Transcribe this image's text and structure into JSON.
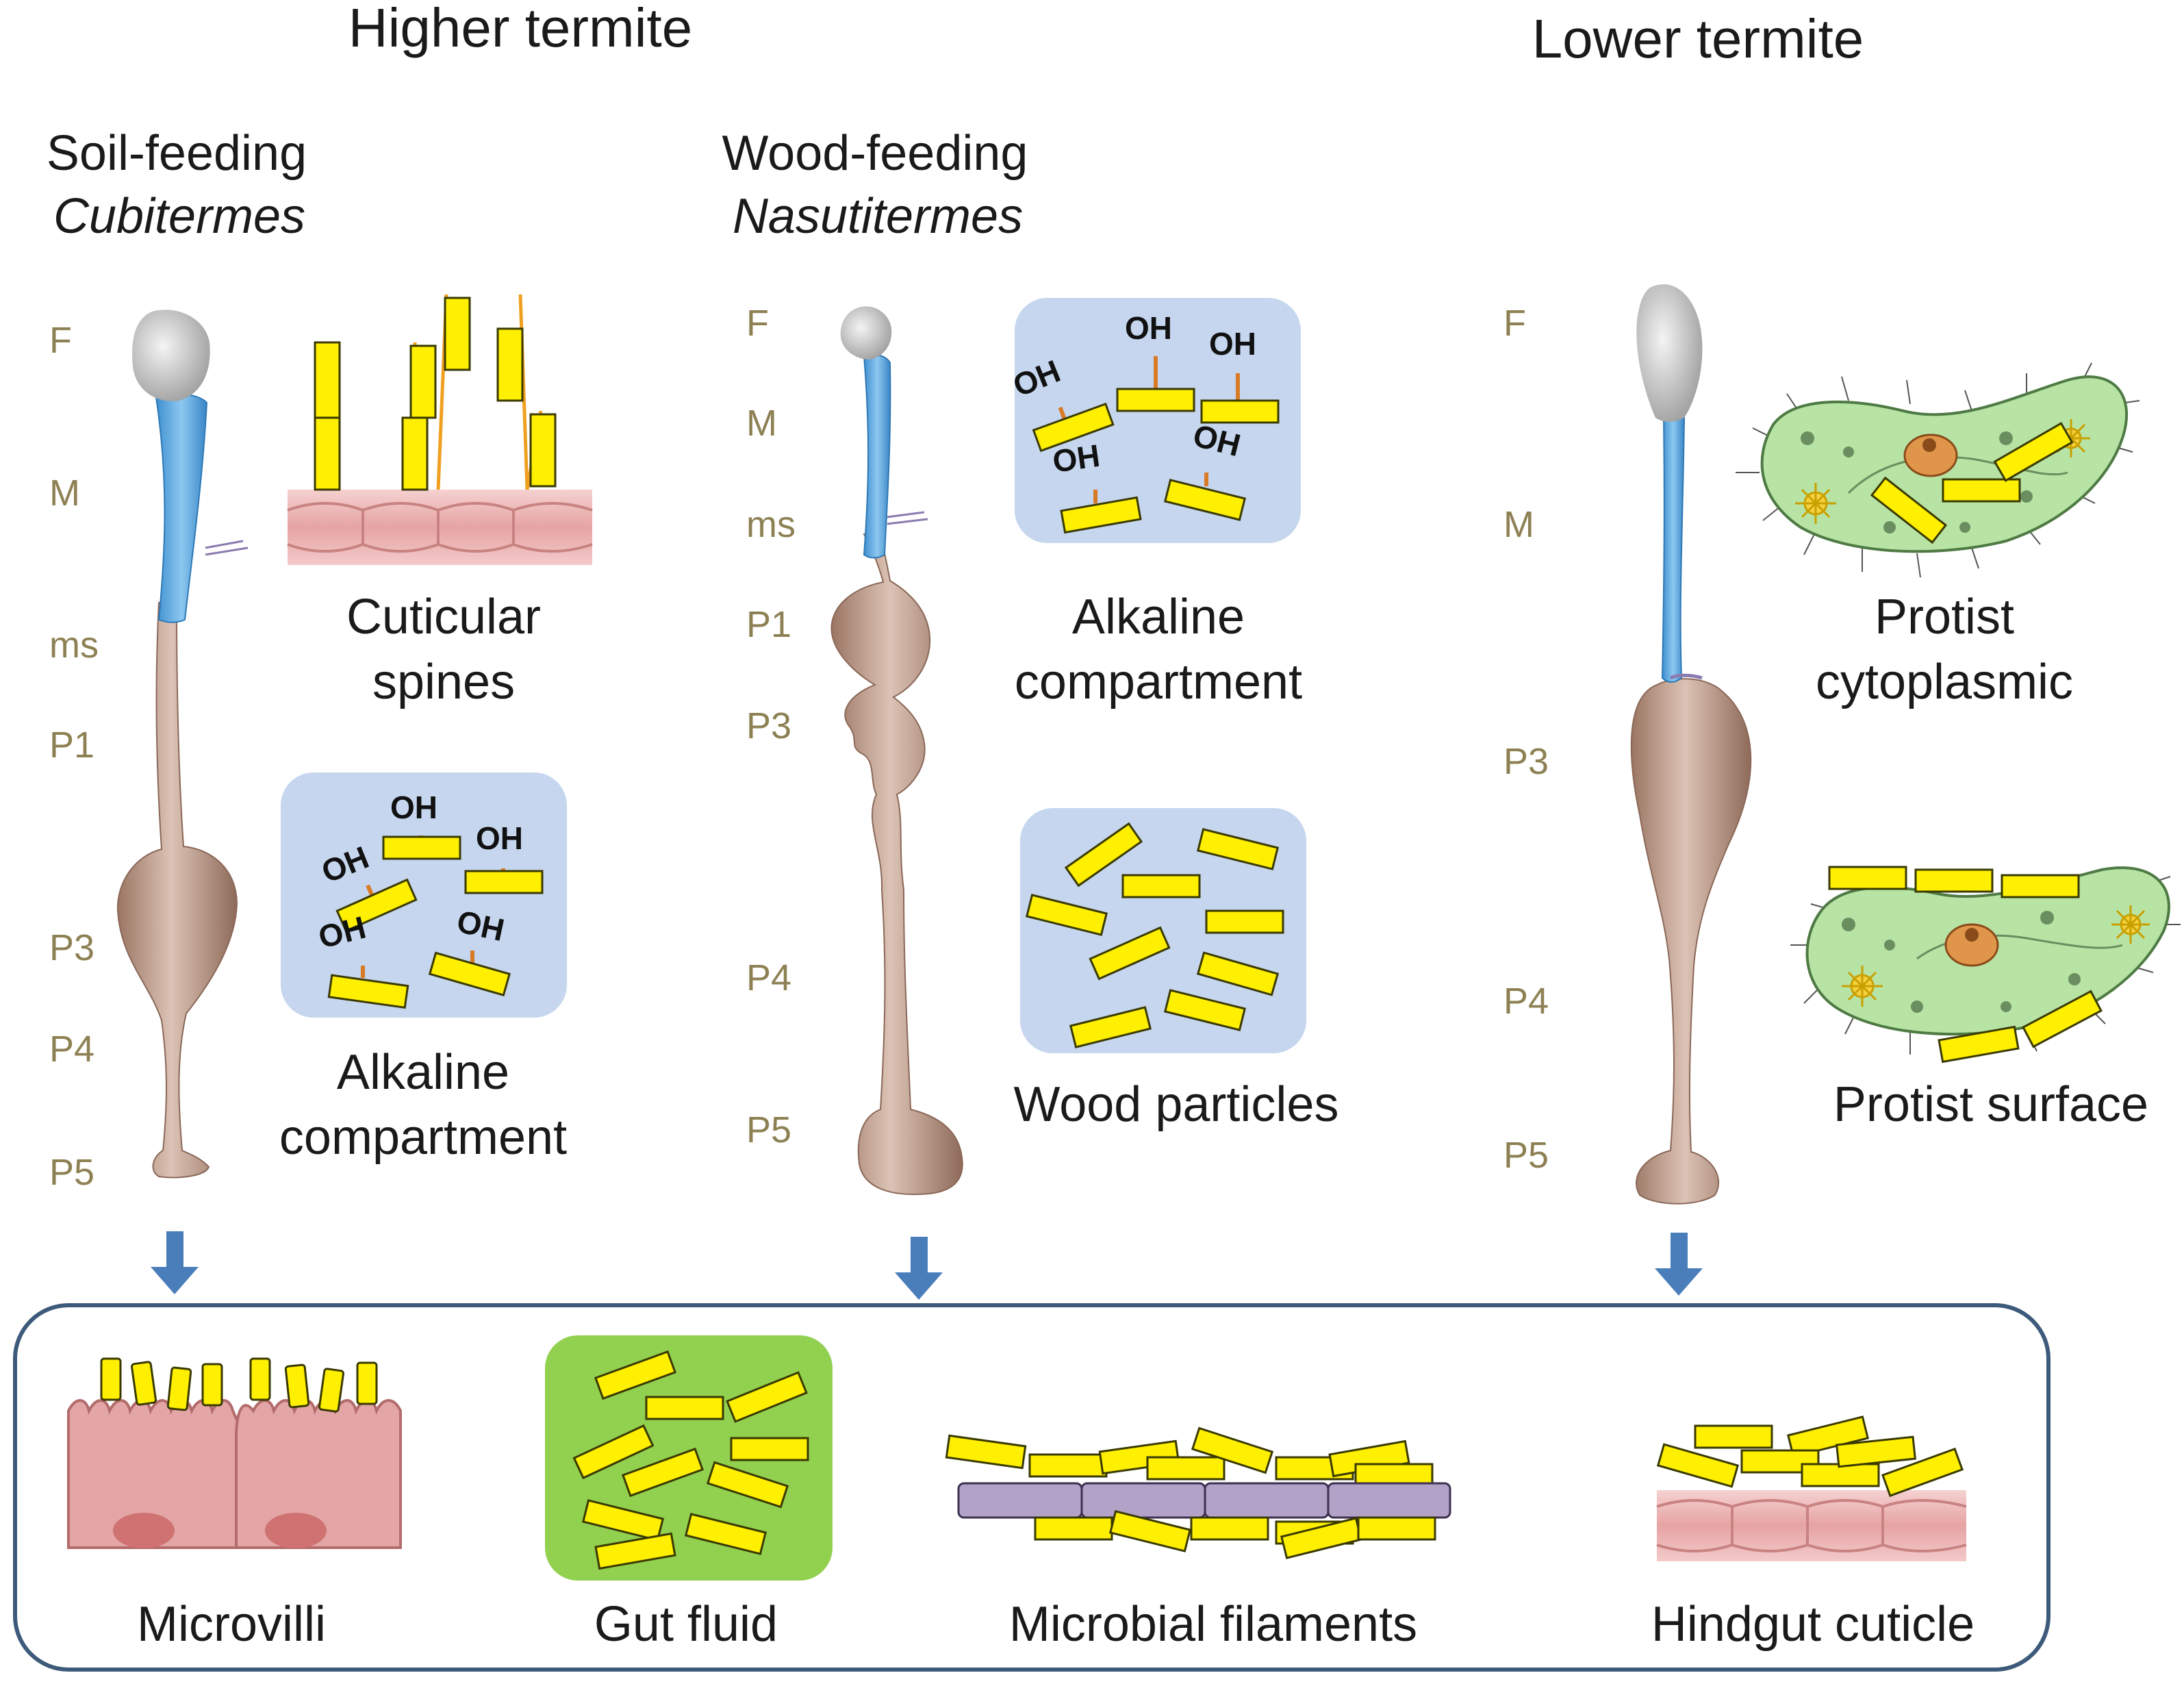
{
  "headers": {
    "higher": "Higher termite",
    "lower": "Lower termite"
  },
  "soil": {
    "feeding": "Soil-feeding",
    "genus": "Cubitermes",
    "segments": [
      "F",
      "M",
      "ms",
      "P1",
      "P3",
      "P4",
      "P5"
    ],
    "label_spines_1": "Cuticular",
    "label_spines_2": "spines",
    "label_alk_1": "Alkaline",
    "label_alk_2": "compartment"
  },
  "wood": {
    "feeding": "Wood-feeding",
    "genus": "Nasutitermes",
    "segments": [
      "F",
      "M",
      "ms",
      "P1",
      "P3",
      "P4",
      "P5"
    ],
    "label_alk_1": "Alkaline",
    "label_alk_2": "compartment",
    "label_particles": "Wood particles"
  },
  "lower": {
    "segments": [
      "F",
      "M",
      "P3",
      "P4",
      "P5"
    ],
    "label_cyto_1": "Protist",
    "label_cyto_2": "cytoplasmic",
    "label_surface": "Protist surface"
  },
  "bottom": {
    "microvilli": "Microvilli",
    "gut_fluid": "Gut fluid",
    "filaments": "Microbial filaments",
    "cuticle": "Hindgut cuticle"
  },
  "hydroxyl": "OH",
  "colors": {
    "bacteria": "#ffef00",
    "panel_blue": "#c5d6ee",
    "gut_fluid": "#92d050",
    "midgut": "#5aa8e0",
    "hindgut": "#b5917c",
    "arrow": "#4a7ebb",
    "frame": "#3d5a7a",
    "filament": "#b3a2c7",
    "epithelium": "#e8a4a4",
    "protist": "#b7e3a5",
    "segment_label": "#8d8154"
  }
}
